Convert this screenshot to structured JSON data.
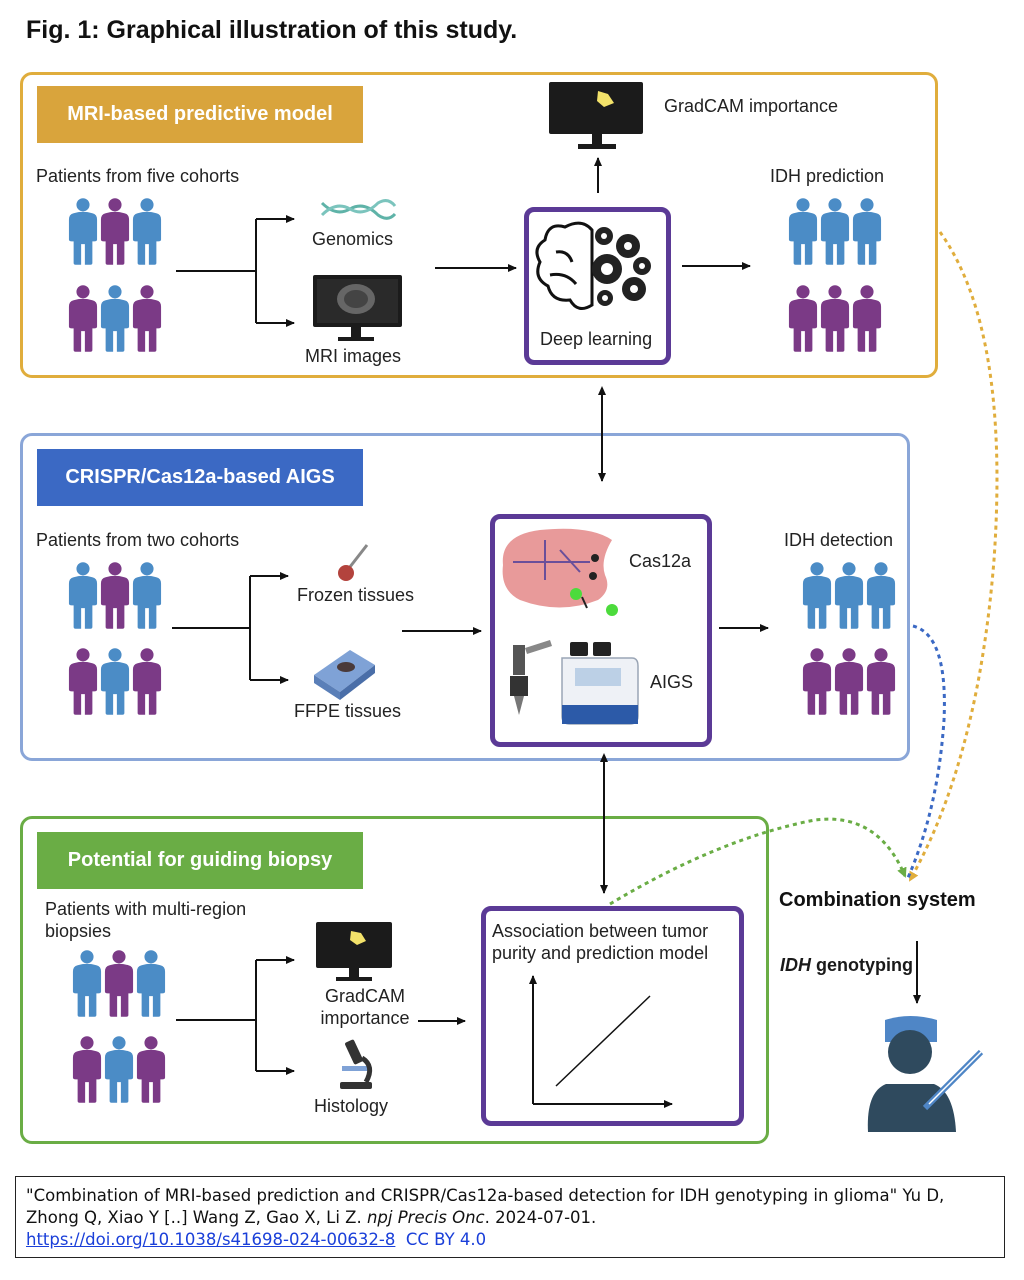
{
  "figure": {
    "title": "Fig. 1: Graphical illustration of this study."
  },
  "panels": {
    "mri": {
      "banner": "MRI-based predictive model",
      "banner_color": "#d9a43c",
      "border_color": "#e0ad3c",
      "cohort_label": "Patients from five cohorts",
      "genomics_label": "Genomics",
      "mri_label": "MRI images",
      "deep_learning_label": "Deep learning",
      "gradcam_label": "GradCAM importance",
      "output_label": "IDH prediction"
    },
    "crispr": {
      "banner": "CRISPR/Cas12a-based AIGS",
      "banner_color": "#3b69c4",
      "border_color": "#8aa6d8",
      "cohort_label": "Patients from two cohorts",
      "frozen_label": "Frozen tissues",
      "ffpe_label": "FFPE tissues",
      "cas12a_label": "Cas12a",
      "aigs_label": "AIGS",
      "output_label": "IDH detection"
    },
    "biopsy": {
      "banner": "Potential for guiding biopsy",
      "banner_color": "#6aad45",
      "border_color": "#6aad45",
      "cohort_label": "Patients with multi-region biopsies",
      "gradcam_label": "GradCAM importance",
      "histology_label": "Histology",
      "association_label": "Association between tumor purity and prediction model"
    }
  },
  "combination": {
    "title": "Combination system",
    "genotyping_italic": "IDH",
    "genotyping_rest": " genotyping"
  },
  "colors": {
    "patient_blue": "#4b8cc6",
    "patient_purple": "#7b3a86",
    "frame_purple": "#5b3a96",
    "surgeon_dark": "#2f4a5e",
    "surgeon_light": "#4f86c6"
  },
  "citation": {
    "text": "\"Combination of MRI-based prediction and CRISPR/Cas12a-based detection for IDH genotyping in glioma\" Yu D, Zhong Q, Xiao Y [..] Wang Z, Gao X, Li Z. ",
    "journal": "npj Precis Onc",
    "date": ". 2024-07-01.",
    "doi": "https://doi.org/10.1038/s41698-024-00632-8",
    "license": "CC BY 4.0"
  }
}
